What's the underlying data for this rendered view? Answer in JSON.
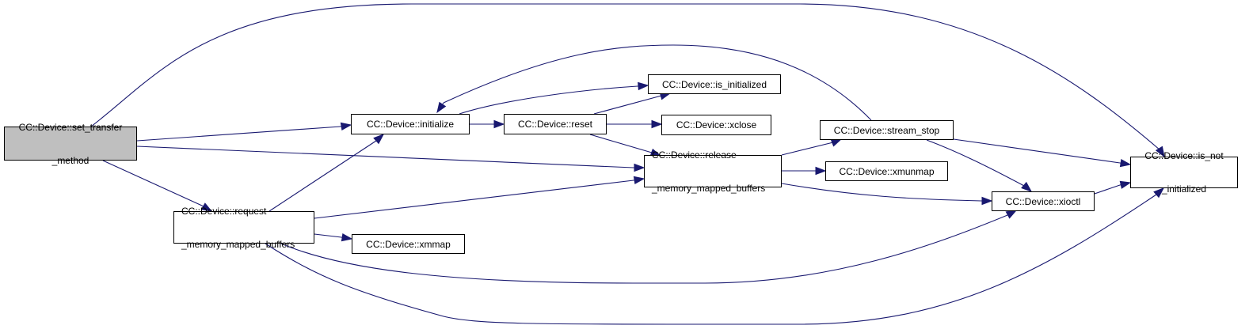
{
  "diagram": {
    "type": "call-graph",
    "edge_color": "#191970",
    "root_fill": "#bfbfbf",
    "node_fill": "#ffffff",
    "nodes": {
      "set_transfer_method": {
        "lines": [
          "CC::Device::set_transfer",
          "_method"
        ],
        "root": true
      },
      "initialize": {
        "lines": [
          "CC::Device::initialize"
        ]
      },
      "request_memory_mapped_buffers": {
        "lines": [
          "CC::Device::request",
          "_memory_mapped_buffers"
        ]
      },
      "reset": {
        "lines": [
          "CC::Device::reset"
        ]
      },
      "is_initialized": {
        "lines": [
          "CC::Device::is_initialized"
        ]
      },
      "xclose": {
        "lines": [
          "CC::Device::xclose"
        ]
      },
      "release_memory_mapped_buffers": {
        "lines": [
          "CC::Device::release",
          "_memory_mapped_buffers"
        ]
      },
      "xmmap": {
        "lines": [
          "CC::Device::xmmap"
        ]
      },
      "stream_stop": {
        "lines": [
          "CC::Device::stream_stop"
        ]
      },
      "xmunmap": {
        "lines": [
          "CC::Device::xmunmap"
        ]
      },
      "xioctl": {
        "lines": [
          "CC::Device::xioctl"
        ]
      },
      "is_not_initialized": {
        "lines": [
          "CC::Device::is_not",
          "_initialized"
        ]
      }
    },
    "edges": [
      {
        "from": "set_transfer_method",
        "to": "initialize"
      },
      {
        "from": "set_transfer_method",
        "to": "request_memory_mapped_buffers"
      },
      {
        "from": "set_transfer_method",
        "to": "release_memory_mapped_buffers"
      },
      {
        "from": "set_transfer_method",
        "to": "is_not_initialized"
      },
      {
        "from": "initialize",
        "to": "reset"
      },
      {
        "from": "initialize",
        "to": "is_initialized"
      },
      {
        "from": "reset",
        "to": "is_initialized"
      },
      {
        "from": "reset",
        "to": "xclose"
      },
      {
        "from": "reset",
        "to": "release_memory_mapped_buffers"
      },
      {
        "from": "request_memory_mapped_buffers",
        "to": "initialize"
      },
      {
        "from": "request_memory_mapped_buffers",
        "to": "release_memory_mapped_buffers"
      },
      {
        "from": "request_memory_mapped_buffers",
        "to": "xmmap"
      },
      {
        "from": "request_memory_mapped_buffers",
        "to": "xioctl"
      },
      {
        "from": "request_memory_mapped_buffers",
        "to": "is_not_initialized"
      },
      {
        "from": "release_memory_mapped_buffers",
        "to": "stream_stop"
      },
      {
        "from": "release_memory_mapped_buffers",
        "to": "xmunmap"
      },
      {
        "from": "release_memory_mapped_buffers",
        "to": "xioctl"
      },
      {
        "from": "stream_stop",
        "to": "initialize"
      },
      {
        "from": "stream_stop",
        "to": "xioctl"
      },
      {
        "from": "stream_stop",
        "to": "is_not_initialized"
      },
      {
        "from": "xioctl",
        "to": "is_not_initialized"
      }
    ]
  }
}
